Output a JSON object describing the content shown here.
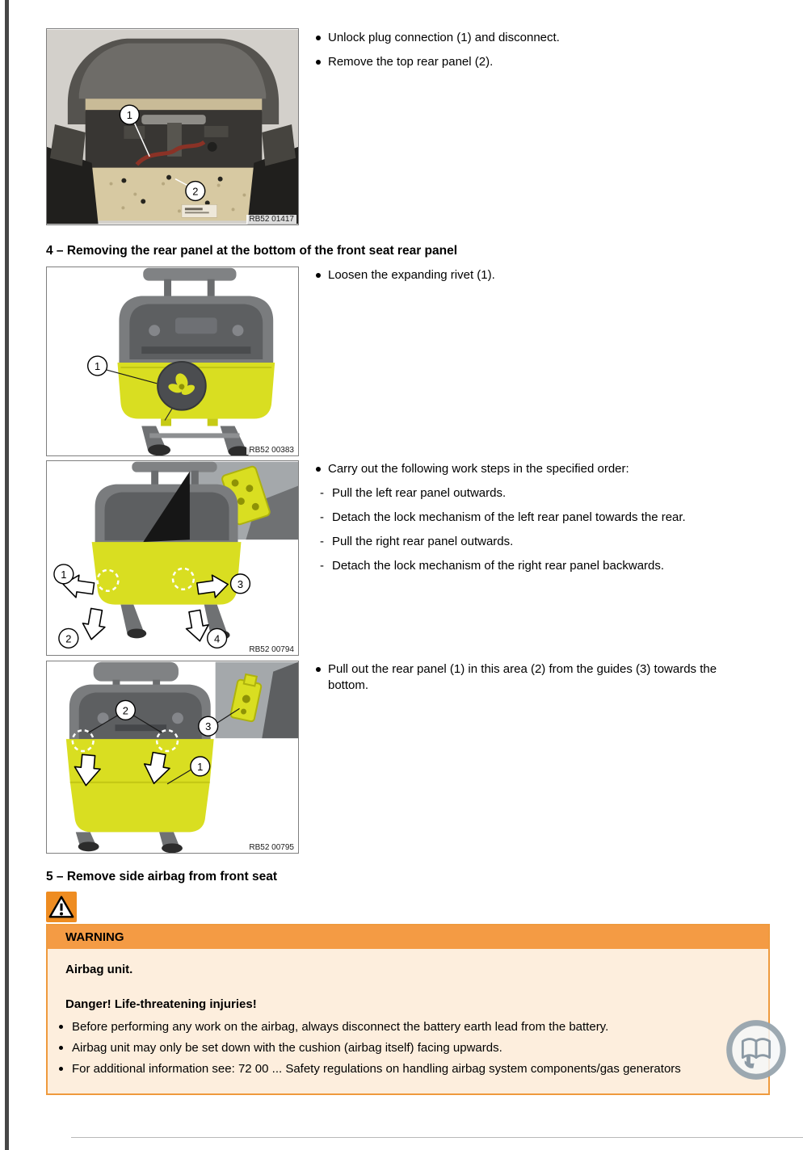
{
  "intro": {
    "bullets": [
      "Unlock plug connection (1) and disconnect.",
      "Remove the top rear panel (2)."
    ],
    "figure": {
      "label": "RB52 01417",
      "callouts": [
        "1",
        "2"
      ]
    }
  },
  "section4": {
    "heading": "4 – Removing the rear panel at the bottom of the front seat rear panel",
    "step1": {
      "bullet": "Loosen the expanding rivet (1).",
      "figure": {
        "label": "RB52 00383",
        "callouts": [
          "1"
        ]
      }
    },
    "step2": {
      "bullet": "Carry out the following work steps in the specified order:",
      "dash_char": "-",
      "substeps": [
        "Pull the left rear panel outwards.",
        "Detach the lock mechanism of the left rear panel towards the rear.",
        "Pull the right rear panel outwards.",
        "Detach the lock mechanism of the right rear panel backwards."
      ],
      "figure": {
        "label": "RB52 00794",
        "callouts": [
          "1",
          "2",
          "3",
          "4"
        ]
      }
    },
    "step3": {
      "bullet": "Pull out the rear panel (1) in this area (2) from the guides (3) towards the bottom.",
      "figure": {
        "label": "RB52 00795",
        "callouts": [
          "1",
          "2",
          "3"
        ]
      }
    }
  },
  "section5": {
    "heading": "5 – Remove side airbag from front seat"
  },
  "warning": {
    "title": "WARNING",
    "subject": "Airbag unit.",
    "danger": "Danger! Life-threatening injuries!",
    "bullets": [
      "Before performing any work on the airbag, always disconnect the battery earth lead from the battery.",
      "Airbag unit may only be set down with the cushion (airbag itself) facing upwards.",
      "For additional information see: 72 00 ... Safety regulations on handling airbag system components/gas generators"
    ]
  },
  "colors": {
    "accent_yellow": "#D9DE21",
    "warning_orange": "#F49B44",
    "warning_bg": "#FDEEDD",
    "warning_border": "#EF9A3D"
  }
}
